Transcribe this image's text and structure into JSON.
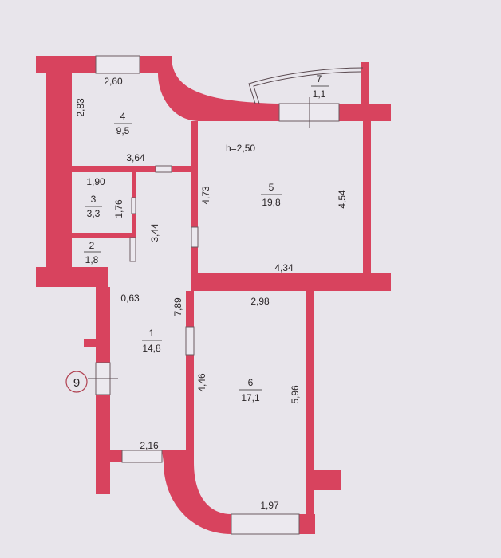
{
  "plan": {
    "ceiling_height": "h=2,50",
    "marker": "9",
    "colors": {
      "wall": "#d8435e",
      "paper": "#e8e5eb"
    },
    "rooms": [
      {
        "number": "1",
        "area": "14,8"
      },
      {
        "number": "2",
        "area": "1,8"
      },
      {
        "number": "3",
        "area": "3,3"
      },
      {
        "number": "4",
        "area": "9,5"
      },
      {
        "number": "5",
        "area": "19,8"
      },
      {
        "number": "6",
        "area": "17,1"
      },
      {
        "number": "7",
        "area": "1,1"
      }
    ],
    "dimensions": {
      "r4_top": "2,60",
      "r4_side": "2,83",
      "r4_bottom": "3,64",
      "r3_top": "1,90",
      "r3_side": "1,76",
      "corr_upper": "3,44",
      "corr_width": "0,63",
      "corr_len": "7,89",
      "corr_bottom": "2,16",
      "r5_left": "4,73",
      "r5_right": "4,54",
      "r5_bottom": "4,34",
      "r6_top": "2,98",
      "r6_left": "4,46",
      "r6_right": "5,96",
      "r6_bottom": "1,97"
    }
  }
}
